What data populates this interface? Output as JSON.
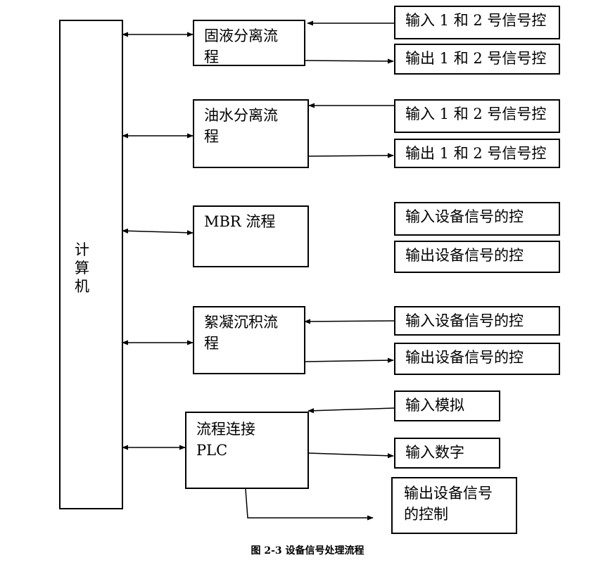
{
  "computer": {
    "chars": [
      "计",
      "算",
      "机"
    ]
  },
  "processes": [
    {
      "id": "solid-liquid",
      "lines": [
        "固液分离流",
        "程"
      ]
    },
    {
      "id": "oil-water",
      "lines": [
        "油水分离流",
        "程"
      ]
    },
    {
      "id": "mbr",
      "lines": [
        "MBR 流程"
      ]
    },
    {
      "id": "flocculation",
      "lines": [
        "絮凝沉积流",
        "程"
      ]
    },
    {
      "id": "plc",
      "lines": [
        "流程连接",
        "PLC"
      ]
    }
  ],
  "signals": {
    "s1": "输入 1 和 2 号信号控",
    "s2": "输出 1 和 2 号信号控",
    "s3": "输入 1 和 2 号信号控",
    "s4": "输出 1 和 2 号信号控",
    "s5": "输入设备信号的控",
    "s6": "输出设备信号的控",
    "s7": "输入设备信号的控",
    "s8": "输出设备信号的控",
    "s9": "输入模拟",
    "s10": "输入数字",
    "s11": [
      "输出设备信号",
      "的控制"
    ]
  },
  "caption": "图 2-3 设备信号处理流程"
}
